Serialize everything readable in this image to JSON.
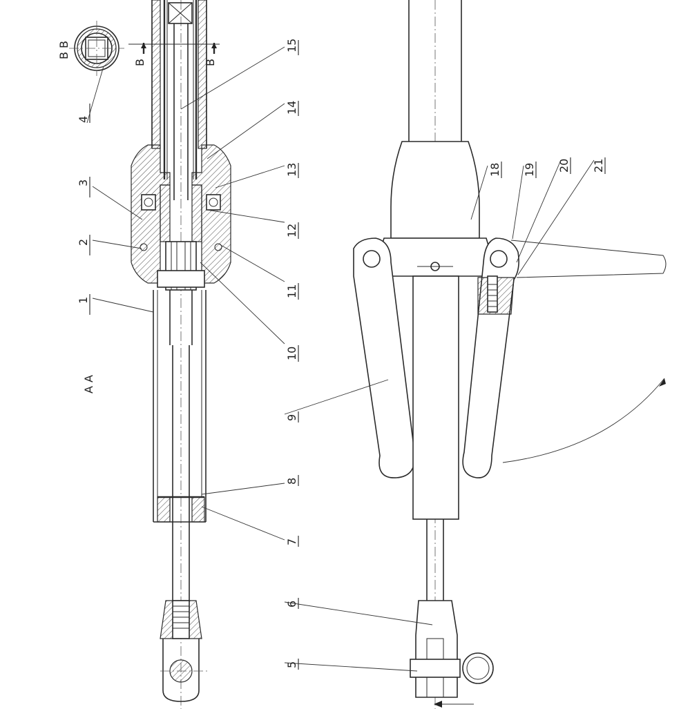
{
  "section_labels": {
    "aa": "A A",
    "bb": "B B",
    "b_top": "B",
    "b_bottom": "B"
  },
  "part_labels": [
    "1",
    "2",
    "3",
    "4",
    "5",
    "6",
    "7",
    "8",
    "9",
    "10",
    "11",
    "12",
    "13",
    "14",
    "15",
    "18",
    "19",
    "20",
    "21"
  ]
}
